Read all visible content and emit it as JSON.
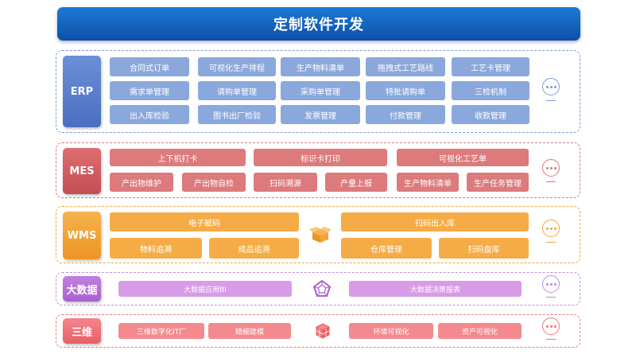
{
  "title": "定制软件开发",
  "erp": {
    "label": "ERP",
    "rows": [
      [
        "合同式订单",
        "可视化生产排程",
        "生产物料清单",
        "拖拽式工艺路线",
        "工艺卡管理"
      ],
      [
        "需求单管理",
        "请购单管理",
        "采购单管理",
        "特批请购单",
        "三检机制"
      ],
      [
        "出入库检验",
        "图书出厂检验",
        "发票管理",
        "付款管理",
        "收款管理"
      ]
    ]
  },
  "mes": {
    "label": "MES",
    "row1": [
      "上下机打卡",
      "标识卡打印",
      "可视化工艺单"
    ],
    "row2": [
      "产出物维护",
      "产出物自检",
      "扫码溯源",
      "产量上报",
      "生产物料清单",
      "生产任务管理"
    ]
  },
  "wms": {
    "label": "WMS",
    "left_top": "电子赋码",
    "left_bottom": [
      "物料追溯",
      "成品追溯"
    ],
    "right_top": "扫码出入库",
    "right_bottom": [
      "仓库管理",
      "扫码盘库"
    ]
  },
  "bigdata": {
    "label": "大数据",
    "items": [
      "大数据应用BI",
      "大数据决策报表"
    ]
  },
  "threed": {
    "label": "三维",
    "items": [
      "三维数字化IT厂",
      "精细建模",
      "环境可视化",
      "资产可视化"
    ]
  },
  "colors": {
    "erp": "#5a7fcd",
    "erp_box": "#8ba8dc",
    "mes": "#d45e62",
    "mes_box": "#dc7a7c",
    "wms": "#f3a33a",
    "wms_box": "#f5ac47",
    "bigdata": "#b673d9",
    "bigdata_box": "#d89be6",
    "threed": "#f0757b",
    "threed_box": "#f48a8d"
  },
  "icons": [
    "box-open-icon",
    "pentagon-network-icon",
    "cube-icon",
    "ellipsis-circle-icon"
  ]
}
